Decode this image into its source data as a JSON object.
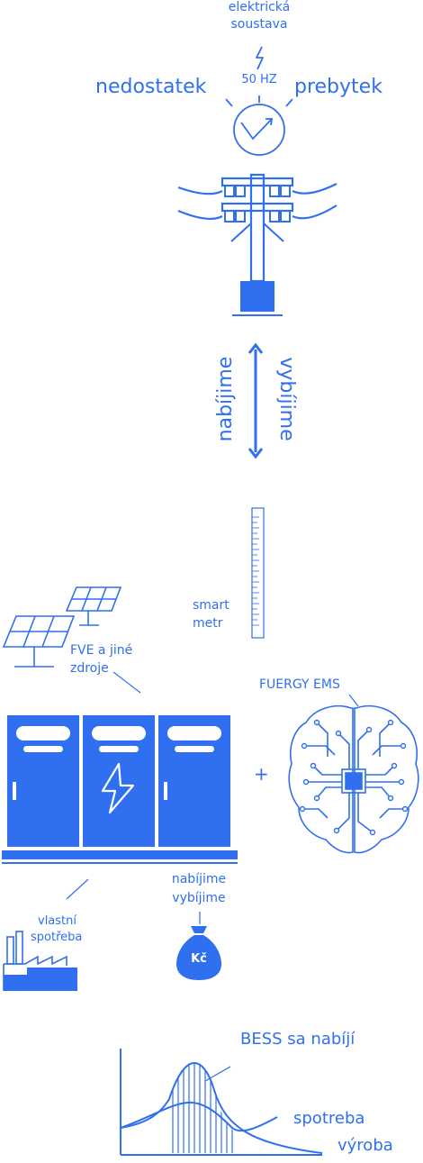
{
  "grid": {
    "label_line1": "elektrická",
    "label_line2": "soustava",
    "frequency": "50 HZ",
    "shortage": "nedostatek",
    "surplus": "prebytek"
  },
  "flow": {
    "charge": "nabíjime",
    "discharge": "vybíjime"
  },
  "meter": {
    "line1": "smart",
    "line2": "metr"
  },
  "solar": {
    "line1": "FVE a jiné",
    "line2": "zdroje"
  },
  "ems": {
    "label": "FUERGY EMS"
  },
  "plus": "+",
  "consumption": {
    "line1": "vlastní",
    "line2": "spotřeba"
  },
  "money": {
    "line1": "nabíjime",
    "line2": "vybíjime",
    "currency": "Kč"
  },
  "curve": {
    "bess_label": "BESS sa nabíjí",
    "consumption_label": "spotreba",
    "production_label": "výroba"
  },
  "colors": {
    "accent": "#2f6ff0"
  }
}
